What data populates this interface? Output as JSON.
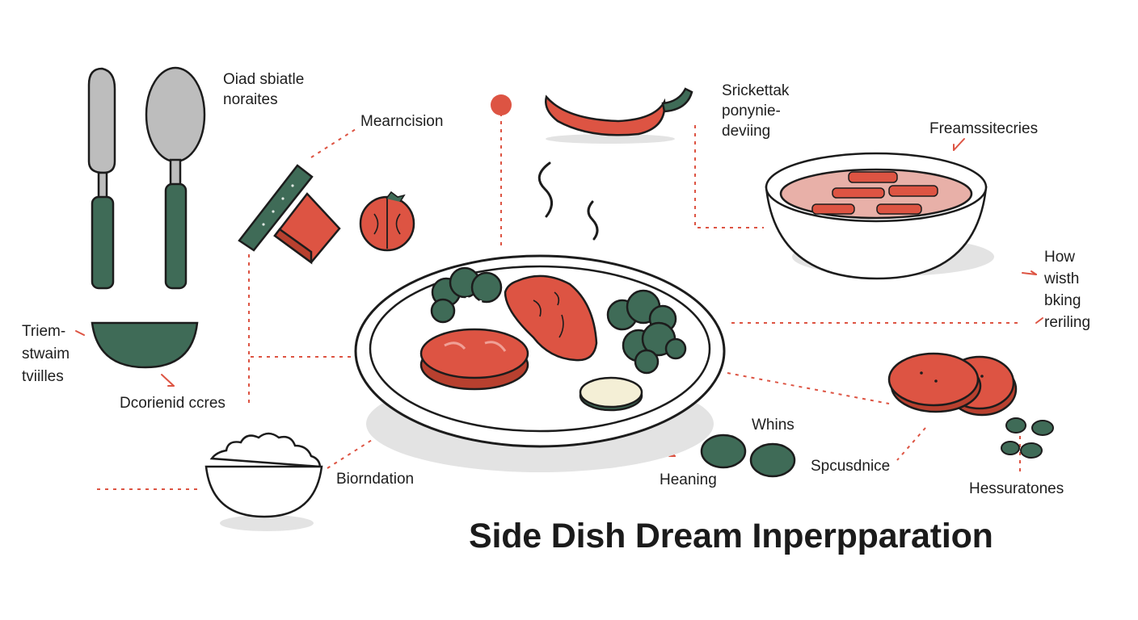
{
  "title": "Side Dish Dream Inperpparation",
  "labels": {
    "top_left_note": "Oiad sbiatle\nnoraites",
    "knife_label": "Mearncision",
    "pepper_label": "Srickettak\nponynie-\ndeviing",
    "soup_label": "Freamssitecries",
    "right_note": "How\nwisth\nbking\nreriling",
    "left_note": "Triem-\nstwaim\ntviilles",
    "bowl_label": "Dcorienid ccres",
    "rice_label": "Biorndation",
    "whins_label": "Whins",
    "heaning_label": "Heaning",
    "spcusdnice_label": "Spcusdnice",
    "hessuratones_label": "Hessuratones"
  },
  "colors": {
    "accent_red": "#dd5443",
    "leaf_green": "#3f6b57",
    "outline": "#1c1c1c",
    "shadow": "#e3e3e3",
    "utensil_grey": "#bdbdbd"
  }
}
